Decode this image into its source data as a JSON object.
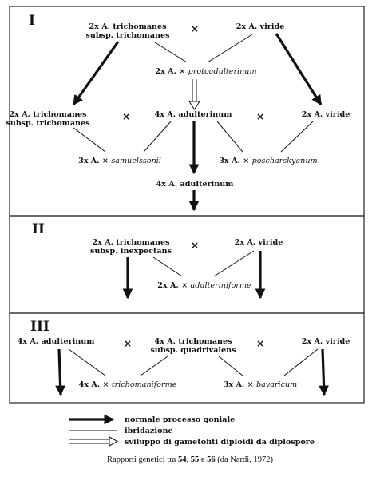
{
  "sections": [
    {
      "numeral": "I",
      "row1": {
        "left": [
          "2x A. trichomanes",
          "subsp. trichomanes"
        ],
        "right": "2x A. viride",
        "cross": "×"
      },
      "hybrid": {
        "prefix": "2x A. × ",
        "name": "protoadulterinum"
      },
      "row2": {
        "left": [
          "2x A. trichomanes",
          "subsp. trichomanes"
        ],
        "center": "4x A. adulterinum",
        "right": "2x A. viride",
        "cross": "×"
      },
      "hybrids2": [
        {
          "prefix": "3x A. × ",
          "name": "samuelssonii"
        },
        {
          "prefix": "3x A. × ",
          "name": "poscharskyanum"
        }
      ],
      "result": "4x A. adulterinum"
    },
    {
      "numeral": "II",
      "row1": {
        "left": [
          "2x A. trichomanes",
          "subsp. inexpectans"
        ],
        "right": "2x A. viride",
        "cross": "×"
      },
      "hybrid": {
        "prefix": "2x A. × ",
        "name": "adulteriniforme"
      }
    },
    {
      "numeral": "III",
      "row1": {
        "left": "4x A. adulterinum",
        "center": [
          "4x A. trichomanes",
          "subsp. quadrivalens"
        ],
        "right": "2x A. viride",
        "cross": "×"
      },
      "hybrids": [
        {
          "prefix": "4x A. × ",
          "name": "trichomaniforme"
        },
        {
          "prefix": "3x A. × ",
          "name": "bavaricum"
        }
      ]
    }
  ],
  "legend": [
    "normale processo goniale",
    "ibridazione",
    "sviluppo di gametofiti diploidi da diplospore"
  ],
  "caption": {
    "prefix": "Rapporti genetici tra ",
    "n1": "54",
    "sep1": ", ",
    "n2": "55",
    "sep2": " e ",
    "n3": "56",
    "suffix": " (da Nardi, 1972)"
  }
}
